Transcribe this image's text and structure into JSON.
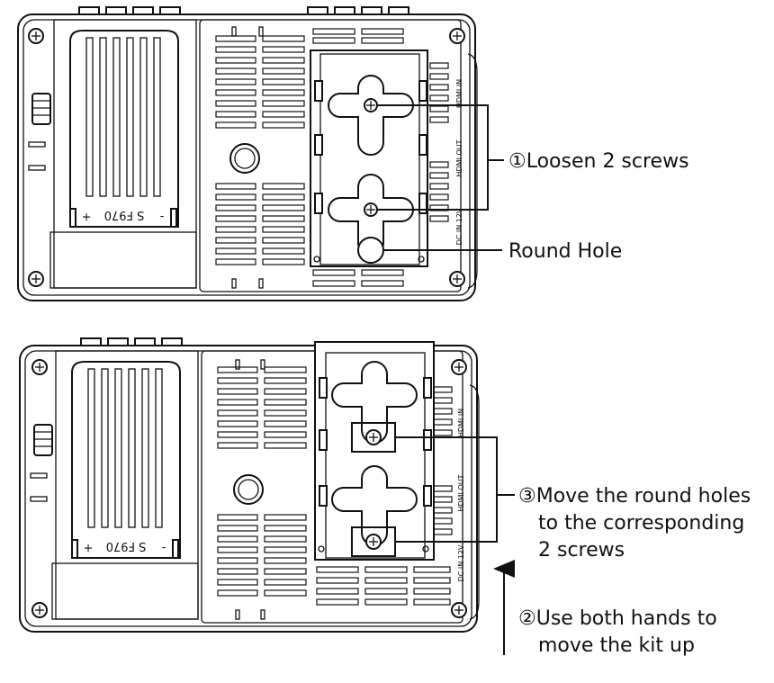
{
  "top_view": {
    "callouts": {
      "screws": "①Loosen 2 screws",
      "hole": "Round Hole"
    },
    "battery_model": "S F970",
    "battery_plus": "+",
    "battery_minus": "-",
    "ports": [
      "HDMI IN",
      "HDMI OUT",
      "DC IN 12V"
    ]
  },
  "bottom_view": {
    "callouts": {
      "move_line1": "③Move the round holes",
      "move_line2": "to the corresponding",
      "move_line3": "2 screws",
      "hands_line1": "②Use both hands to",
      "hands_line2": "move the kit up"
    },
    "battery_model": "S F970",
    "battery_plus": "+",
    "battery_minus": "-",
    "ports": [
      "HDMI IN",
      "HDMI OUT",
      "DC IN 12V"
    ]
  },
  "colors": {
    "line": "#111111",
    "background": "#ffffff"
  },
  "icons": [
    "screw-icon",
    "cross-slot-icon",
    "arrow-up-icon"
  ]
}
